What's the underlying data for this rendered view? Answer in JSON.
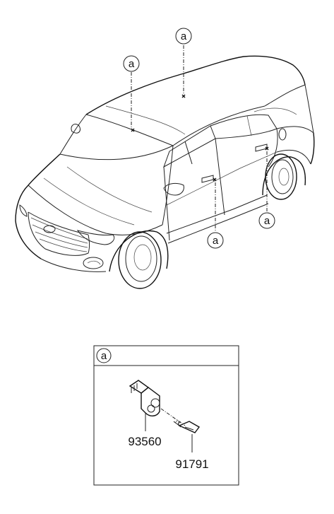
{
  "callouts": {
    "roof_front": "a",
    "roof_rear": "a",
    "front_door": "a",
    "rear_door": "a",
    "box_header": "a"
  },
  "parts": {
    "sensor_part_number": "93560",
    "screw_part_number": "91791"
  }
}
